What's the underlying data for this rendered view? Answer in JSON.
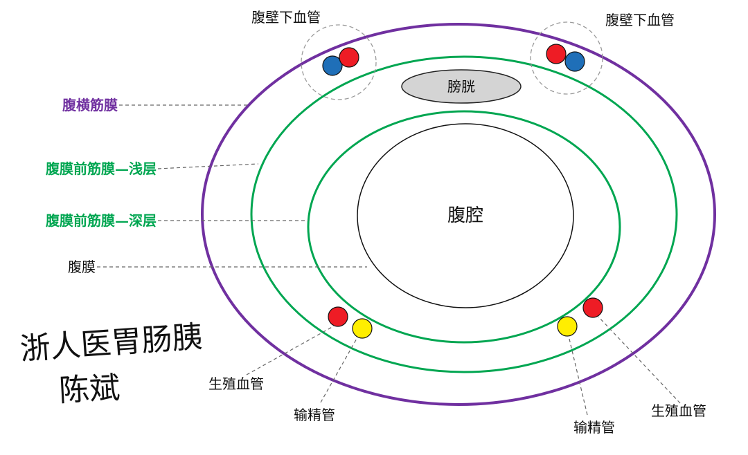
{
  "labels": {
    "inferior_epigastric_left": "腹壁下血管",
    "inferior_epigastric_right": "腹壁下血管",
    "transversalis_fascia": "腹横筋膜",
    "preperitoneal_superficial": "腹膜前筋膜—浅层",
    "preperitoneal_deep": "腹膜前筋膜—深层",
    "peritoneum": "腹膜",
    "bladder": "膀胱",
    "abdominal_cavity": "腹腔",
    "gonadal_vessels_left": "生殖血管",
    "gonadal_vessels_right": "生殖血管",
    "vas_deferens_left": "输精管",
    "vas_deferens_right": "输精管"
  },
  "signature": {
    "line1": "浙人医胃肠胰",
    "line2": "陈斌"
  },
  "colors": {
    "transversalis": "#7030a0",
    "preperitoneal": "#00a651",
    "artery": "#ee1c25",
    "vein": "#1f6fb8",
    "vas_deferens": "#ffee00",
    "bladder_fill": "#d4d4d4",
    "text": "#111111"
  }
}
